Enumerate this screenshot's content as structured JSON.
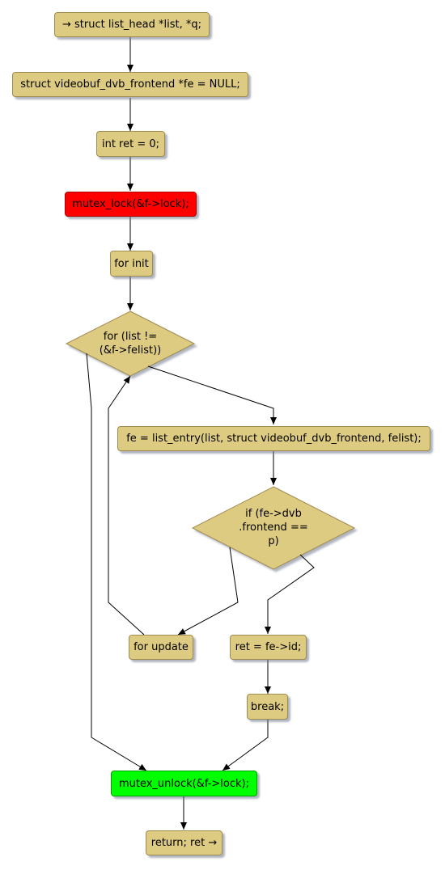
{
  "colors": {
    "node_fill": "#decb82",
    "node_border": "#a08c4e",
    "lock_fill": "#ff0000",
    "unlock_fill": "#00ff00",
    "edge": "#000000"
  },
  "nodes": {
    "start": "→ struct list_head *list, *q;",
    "decl_fe": "struct videobuf_dvb_frontend *fe = NULL;",
    "decl_ret": "int ret = 0;",
    "mutex_lock": "mutex_lock(&f->lock);",
    "for_init": "for init",
    "for_cond": {
      "line1": "for (list !=",
      "line2": "(&f->felist))"
    },
    "list_entry": "fe = list_entry(list, struct videobuf_dvb_frontend, felist);",
    "if_cond": {
      "line1": "if (fe->dvb",
      "line2": ".frontend ==",
      "line3": "p)"
    },
    "for_update": "for update",
    "assign_ret": "ret = fe->id;",
    "break": "break;",
    "mutex_unlock": "mutex_unlock(&f->lock);",
    "return": "return; ret →"
  }
}
